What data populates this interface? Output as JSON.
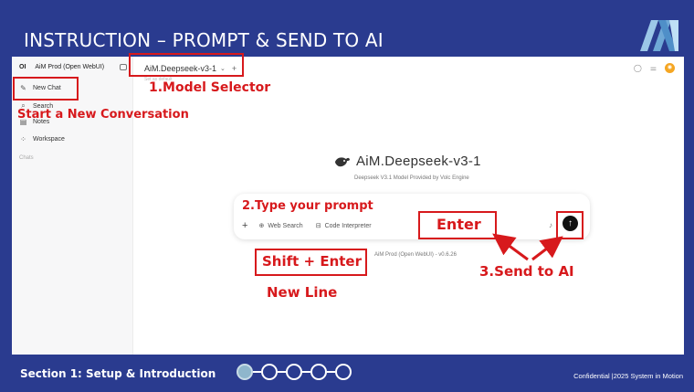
{
  "slide": {
    "title": "INSTRUCTION – PROMPT & SEND TO AI",
    "section": "Section 1: Setup & Introduction",
    "confidential": "Confidential |2025 System in Motion",
    "progress": {
      "current_step": 1,
      "total_steps": 5
    }
  },
  "sidebar": {
    "oi": "OI",
    "workspace_name": "AiM Prod (Open WebUI)",
    "items": [
      {
        "icon": "edit-icon",
        "label": "New Chat"
      },
      {
        "icon": "search-icon",
        "label": "Search"
      },
      {
        "icon": "notes-icon",
        "label": "Notes"
      },
      {
        "icon": "workspace-icon",
        "label": "Workspace"
      }
    ],
    "chats_label": "Chats"
  },
  "main": {
    "model_selector": "AiM.Deepseek-v3-1",
    "set_default": "Set as default",
    "brand_name": "AiM.Deepseek-v3-1",
    "brand_sub": "Deepseek V3.1 Model Provided by Volc Engine",
    "tools": [
      "Web Search",
      "Code Interpreter"
    ],
    "version": "AiM Prod (Open WebUI) - v0.6.26"
  },
  "annotations": {
    "model_selector": "1.Model Selector",
    "new_chat": "Start a New Conversation",
    "type_prompt": "2.Type your prompt",
    "enter": "Enter",
    "send": "3.Send to AI",
    "shift_enter": "Shift + Enter",
    "new_line": "New Line"
  },
  "colors": {
    "background": "#2a3b8f",
    "annotation": "#d7191c",
    "avatar": "#f5a623"
  }
}
